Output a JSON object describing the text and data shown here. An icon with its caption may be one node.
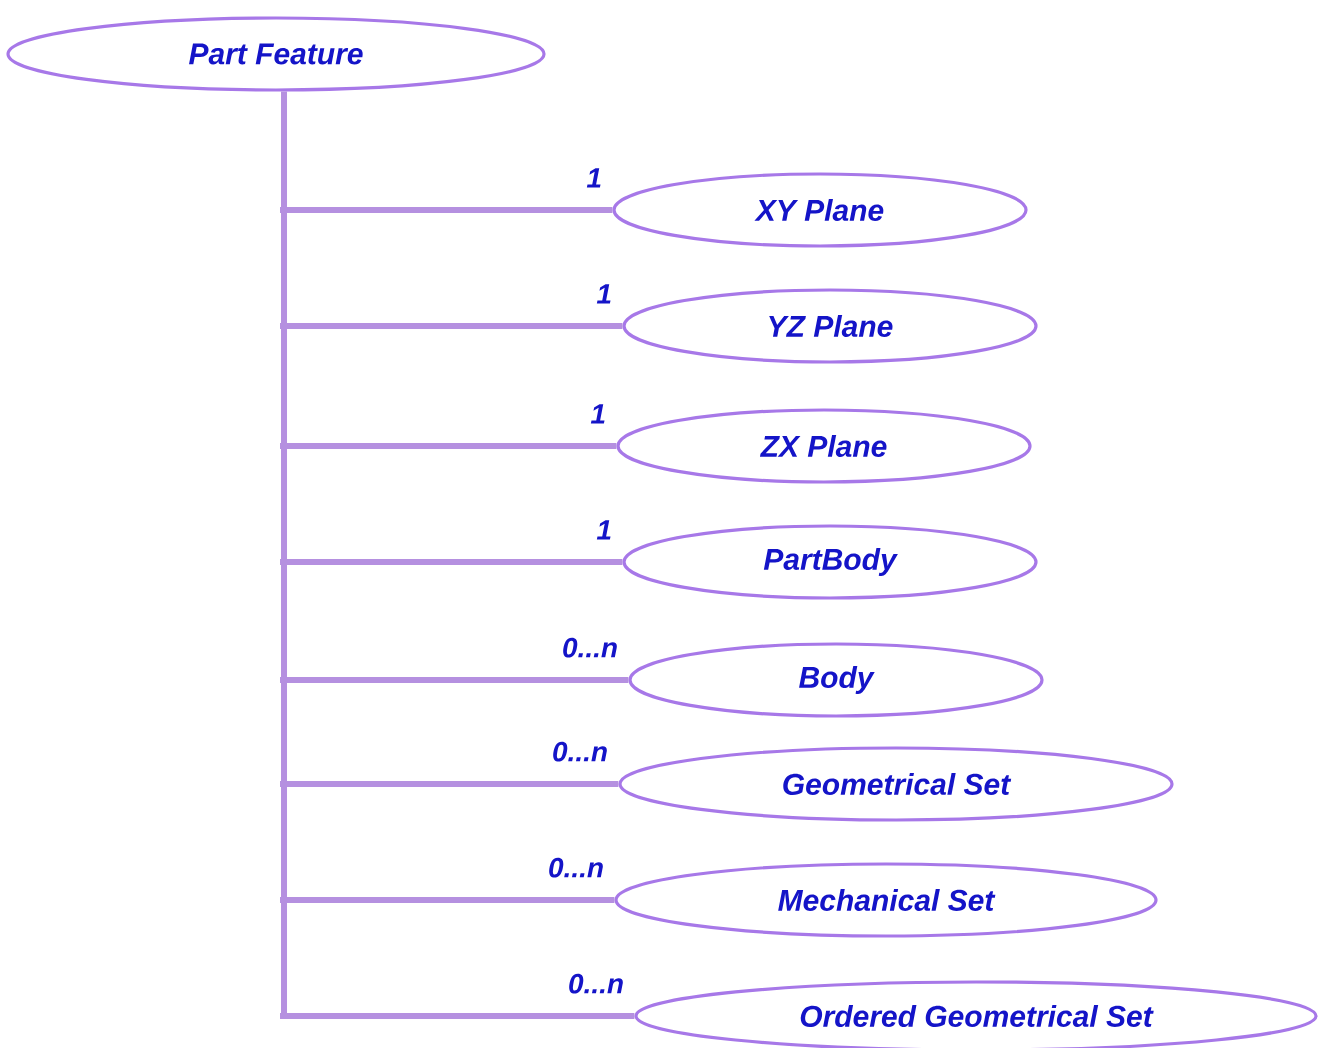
{
  "diagram": {
    "nodes": [
      {
        "text": [
          "Part Feature"
        ]
      },
      {
        "text": [
          "XY Plane"
        ]
      },
      {
        "text": [
          "YZ Plane"
        ]
      },
      {
        "text": [
          "ZX Plane"
        ]
      },
      {
        "text": [
          "PartBody"
        ]
      },
      {
        "text": [
          "Body"
        ]
      },
      {
        "text": [
          "Geometrical Set"
        ]
      },
      {
        "text": [
          "Mechanical Set"
        ]
      },
      {
        "text": [
          "Ordered Geometrical Set"
        ]
      }
    ],
    "edges": [
      {
        "from": 0,
        "to": 1,
        "arrow": "none",
        "label": "1"
      },
      {
        "from": 0,
        "to": 2,
        "arrow": "none",
        "label": "1"
      },
      {
        "from": 0,
        "to": 3,
        "arrow": "none",
        "label": "1"
      },
      {
        "from": 0,
        "to": 4,
        "arrow": "none",
        "label": "1"
      },
      {
        "from": 0,
        "to": 5,
        "arrow": "none",
        "label": "0...n"
      },
      {
        "from": 0,
        "to": 6,
        "arrow": "none",
        "label": "0...n"
      },
      {
        "from": 0,
        "to": 7,
        "arrow": "none",
        "label": "0...n"
      },
      {
        "from": 0,
        "to": 8,
        "arrow": "none",
        "label": "0...n"
      }
    ]
  }
}
